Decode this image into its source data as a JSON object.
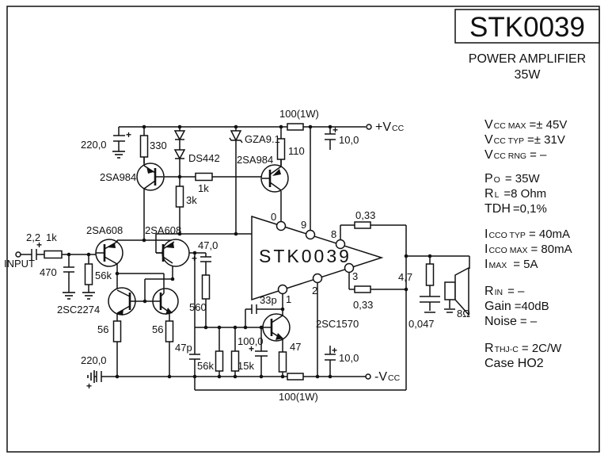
{
  "title_block": {
    "model": "STK0039",
    "category": "POWER AMPLIFIER",
    "power": "35W"
  },
  "specs": {
    "lines": [
      {
        "pre": "V",
        "sub": "CC MAX",
        "post": "=± 45V"
      },
      {
        "pre": "V",
        "sub": "CC TYP",
        "post": "=± 31V"
      },
      {
        "pre": "V",
        "sub": "CC RNG",
        "post": "= –"
      },
      {
        "pre": "P",
        "sub": "O",
        "post": "= 35W"
      },
      {
        "pre": "R",
        "sub": "L",
        "post": "=8 Ohm"
      },
      {
        "pre": "TDH",
        "sub": "",
        "post": "=0,1%"
      },
      {
        "pre": "I",
        "sub": "CCO TYP",
        "post": "= 40mA"
      },
      {
        "pre": "I",
        "sub": "CCO MAX",
        "post": "= 80mA"
      },
      {
        "pre": "I",
        "sub": "MAX",
        "post": "= 5A"
      },
      {
        "pre": "R",
        "sub": "IN",
        "post": "= –"
      },
      {
        "pre": "Gain",
        "sub": "",
        "post": "=40dB"
      },
      {
        "pre": "Noise",
        "sub": "",
        "post": "= –"
      },
      {
        "pre": "R",
        "sub": "THJ-C",
        "post": "= 2C/W"
      },
      {
        "pre": "Case HO2",
        "sub": "",
        "post": ""
      }
    ]
  },
  "sch": {
    "ic": "STK0039",
    "input_label": "INPUT",
    "vpos": "+V",
    "vneg": "-V",
    "vsub": "CC",
    "plus": "+",
    "speaker_imp": "8Ω",
    "pins": {
      "p0": "0",
      "p1": "1",
      "p2": "2",
      "p3": "3",
      "p8": "8",
      "p9": "9"
    },
    "parts": {
      "cap_tl": "220,0",
      "res330": "330",
      "q1": "2SA984",
      "dstr": "DS442",
      "r1k_b": "1k",
      "r3k": "3k",
      "zener": "GZA9.1",
      "q2": "2SA984",
      "r110": "110",
      "r100w_t": "100(1W)",
      "c10_t": "10,0",
      "c_in": "2,2",
      "r1k_in": "1k",
      "c470": "470",
      "r56k_in": "56k",
      "q3": "2SA608",
      "q4": "2SA608",
      "q5q6": "2SC2274",
      "r56_a": "56",
      "r56_b": "56",
      "c220_bl": "220,0",
      "c47p": "47p",
      "r56k_b": "56k",
      "r15k": "15k",
      "c47u": "47,0",
      "r560": "560",
      "c33p": "33p",
      "q7": "2SC1570",
      "c100u": "100,0",
      "r47": "47",
      "r100w_b": "100(1W)",
      "c10_b": "10,0",
      "r033_t": "0,33",
      "r033_b": "0,33",
      "r47z": "4,7",
      "c047": "0,047"
    }
  }
}
